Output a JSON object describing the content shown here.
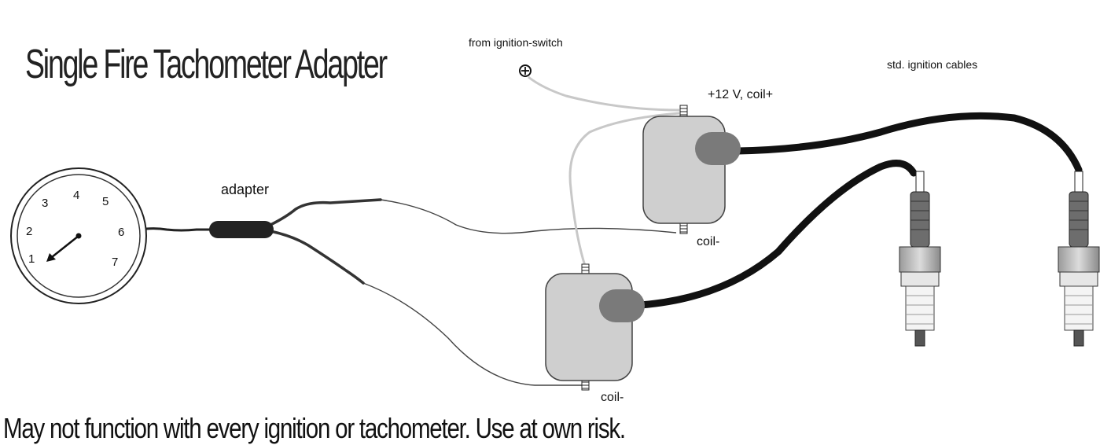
{
  "title": "Single Fire Tachometer Adapter",
  "footer_note": "May not function with every ignition or tachometer. Use at own risk.",
  "labels": {
    "ignition_switch": "from ignition-switch",
    "std_cables": "std. ignition cables",
    "coil_plus": "+12 V, coil+",
    "coil_minus_upper": "coil-",
    "coil_minus_lower": "coil-",
    "adapter": "adapter"
  },
  "tachometer": {
    "dial_numbers": [
      "1",
      "2",
      "3",
      "4",
      "5",
      "6",
      "7"
    ]
  },
  "colors": {
    "coil_body": "#cfcfcf",
    "coil_cap": "#7a7a7a",
    "hv_cable": "#111111",
    "wire_thin": "#444444",
    "wire_switch": "#c8c8c8"
  }
}
